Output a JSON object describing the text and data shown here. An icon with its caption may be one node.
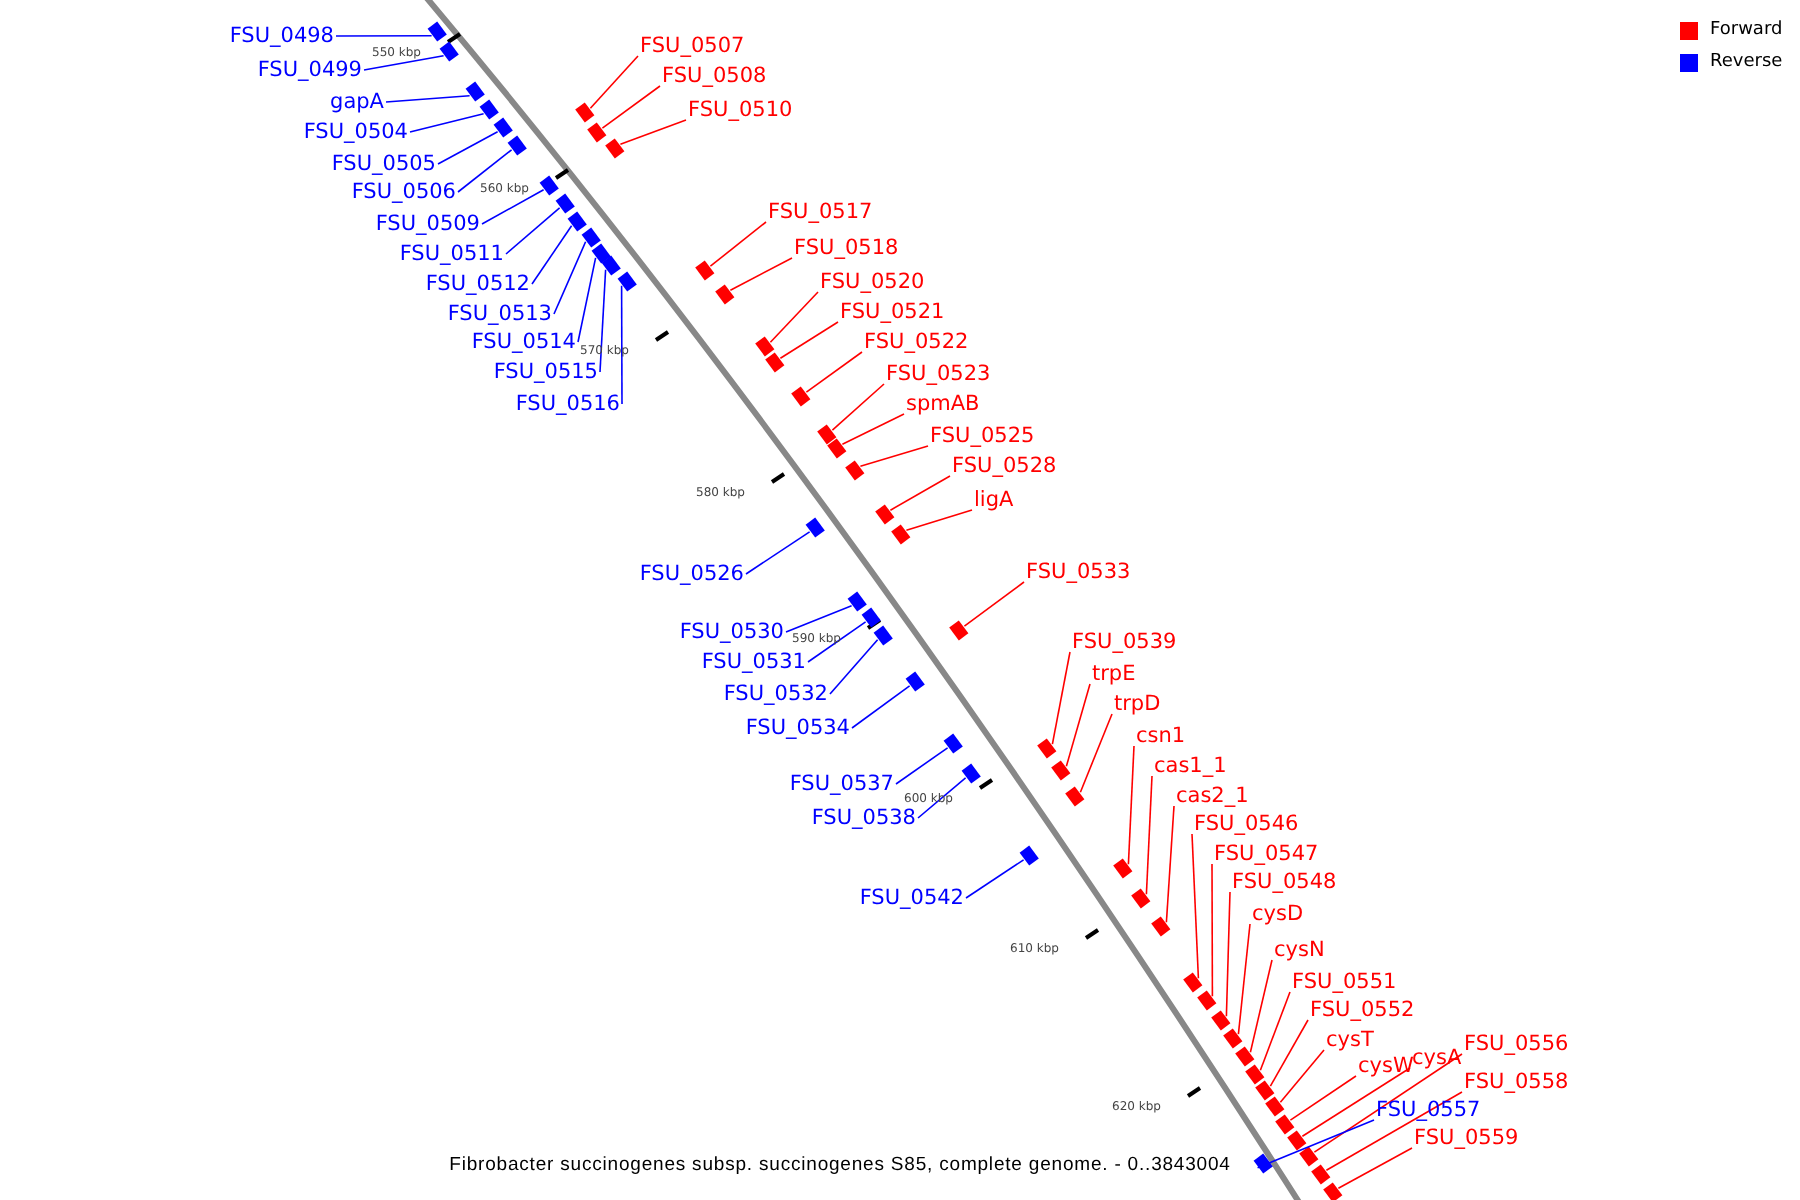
{
  "diagram": {
    "caption": "Fibrobacter succinogenes subsp. succinogenes S85, complete genome. - 0..3843004",
    "nodes": [
      {
        "text": [
          "FSU_0498"
        ]
      },
      {
        "text": [
          "FSU_0507"
        ]
      },
      {
        "text": [
          "FSU_0499"
        ]
      },
      {
        "text": [
          "FSU_0508"
        ]
      },
      {
        "text": [
          "gapA"
        ]
      },
      {
        "text": [
          "FSU_0510"
        ]
      },
      {
        "text": [
          "FSU_0504"
        ]
      },
      {
        "text": [
          "FSU_0505"
        ]
      },
      {
        "text": [
          "FSU_0506"
        ]
      },
      {
        "text": [
          "FSU_0517"
        ]
      },
      {
        "text": [
          "FSU_0509"
        ]
      },
      {
        "text": [
          "FSU_0518"
        ]
      },
      {
        "text": [
          "FSU_0511"
        ]
      },
      {
        "text": [
          "FSU_0520"
        ]
      },
      {
        "text": [
          "FSU_0512"
        ]
      },
      {
        "text": [
          "FSU_0521"
        ]
      },
      {
        "text": [
          "FSU_0513"
        ]
      },
      {
        "text": [
          "FSU_0514"
        ]
      },
      {
        "text": [
          "FSU_0522"
        ]
      },
      {
        "text": [
          "FSU_0515"
        ]
      },
      {
        "text": [
          "FSU_0523"
        ]
      },
      {
        "text": [
          "FSU_0516"
        ]
      },
      {
        "text": [
          "spmAB"
        ]
      },
      {
        "text": [
          "FSU_0525"
        ]
      },
      {
        "text": [
          "FSU_0528"
        ]
      },
      {
        "text": [
          "ligA"
        ]
      },
      {
        "text": [
          "FSU_0533"
        ]
      },
      {
        "text": [
          "FSU_0526"
        ]
      },
      {
        "text": [
          "FSU_0530"
        ]
      },
      {
        "text": [
          "FSU_0539"
        ]
      },
      {
        "text": [
          "FSU_0531"
        ]
      },
      {
        "text": [
          "trpE"
        ]
      },
      {
        "text": [
          "FSU_0532"
        ]
      },
      {
        "text": [
          "trpD"
        ]
      },
      {
        "text": [
          "FSU_0534"
        ]
      },
      {
        "text": [
          "csn1"
        ]
      },
      {
        "text": [
          "cas1_1"
        ]
      },
      {
        "text": [
          "FSU_0537"
        ]
      },
      {
        "text": [
          "cas2_1"
        ]
      },
      {
        "text": [
          "FSU_0538"
        ]
      },
      {
        "text": [
          "FSU_0546"
        ]
      },
      {
        "text": [
          "FSU_0547"
        ]
      },
      {
        "text": [
          "FSU_0548"
        ]
      },
      {
        "text": [
          "FSU_0542"
        ]
      },
      {
        "text": [
          "cysD"
        ]
      },
      {
        "text": [
          "cysN"
        ]
      },
      {
        "text": [
          "FSU_0551"
        ]
      },
      {
        "text": [
          "FSU_0552"
        ]
      },
      {
        "text": [
          "cysT"
        ]
      },
      {
        "text": [
          "FSU_0556"
        ]
      },
      {
        "text": [
          "cysA"
        ]
      },
      {
        "text": [
          "cysW"
        ]
      },
      {
        "text": [
          "FSU_0558"
        ]
      },
      {
        "text": [
          "FSU_0557"
        ]
      },
      {
        "text": [
          "FSU_0559"
        ]
      },
      {
        "text": [],
        "shape": "box"
      },
      {
        "text": [],
        "shape": "box"
      },
      {
        "text": [],
        "shape": "box"
      },
      {
        "text": [],
        "shape": "box"
      },
      {
        "text": [],
        "shape": "box"
      },
      {
        "text": [],
        "shape": "box"
      },
      {
        "text": [],
        "shape": "box"
      },
      {
        "text": [],
        "shape": "box"
      },
      {
        "text": [],
        "shape": "box"
      },
      {
        "text": [],
        "shape": "box"
      },
      {
        "text": [],
        "shape": "box"
      },
      {
        "text": [],
        "shape": "box"
      },
      {
        "text": [],
        "shape": "box"
      },
      {
        "text": [],
        "shape": "box"
      },
      {
        "text": [],
        "shape": "box"
      },
      {
        "text": [],
        "shape": "box"
      },
      {
        "text": [],
        "shape": "box"
      },
      {
        "text": [],
        "shape": "box"
      },
      {
        "text": [],
        "shape": "box"
      },
      {
        "text": [],
        "shape": "box"
      },
      {
        "text": [],
        "shape": "box"
      },
      {
        "text": [],
        "shape": "box"
      },
      {
        "text": [],
        "shape": "box"
      },
      {
        "text": [],
        "shape": "box"
      },
      {
        "text": [],
        "shape": "box"
      },
      {
        "text": [],
        "shape": "box"
      },
      {
        "text": [],
        "shape": "box"
      },
      {
        "text": [],
        "shape": "box"
      },
      {
        "text": [],
        "shape": "box"
      },
      {
        "text": [],
        "shape": "box"
      },
      {
        "text": [],
        "shape": "box"
      },
      {
        "text": [],
        "shape": "box"
      },
      {
        "text": [],
        "shape": "box"
      },
      {
        "text": [],
        "shape": "box"
      },
      {
        "text": [],
        "shape": "box"
      },
      {
        "text": [],
        "shape": "box"
      },
      {
        "text": [],
        "shape": "box"
      },
      {
        "text": [],
        "shape": "box"
      },
      {
        "text": [],
        "shape": "box"
      },
      {
        "text": [],
        "shape": "box"
      },
      {
        "text": [],
        "shape": "box"
      },
      {
        "text": [],
        "shape": "box"
      },
      {
        "text": [],
        "shape": "box"
      },
      {
        "text": [],
        "shape": "box"
      },
      {
        "text": [],
        "shape": "box"
      },
      {
        "text": [],
        "shape": "box"
      },
      {
        "text": [],
        "shape": "box"
      },
      {
        "text": [],
        "shape": "box"
      },
      {
        "text": [],
        "shape": "box"
      },
      {
        "text": [],
        "shape": "box"
      },
      {
        "text": [],
        "shape": "box"
      },
      {
        "text": [],
        "shape": "box"
      },
      {
        "text": [],
        "shape": "box"
      },
      {
        "text": [],
        "shape": "box"
      },
      {
        "text": [],
        "shape": "box"
      }
    ],
    "edges": [
      {
        "from": 0,
        "to": 55,
        "arrow": "none",
        "color": "#0000ff"
      },
      {
        "from": 1,
        "to": 57,
        "arrow": "none"
      },
      {
        "from": 2,
        "to": 56,
        "arrow": "none",
        "color": "#0000ff"
      },
      {
        "from": 3,
        "to": 59,
        "arrow": "none"
      },
      {
        "from": 4,
        "to": 58,
        "arrow": "none",
        "color": "#0000ff"
      },
      {
        "from": 5,
        "to": 62,
        "arrow": "none"
      },
      {
        "from": 6,
        "to": 60,
        "arrow": "none",
        "color": "#0000ff"
      },
      {
        "from": 7,
        "to": 61,
        "arrow": "none",
        "color": "#0000ff"
      },
      {
        "from": 8,
        "to": 63,
        "arrow": "none",
        "color": "#0000ff"
      },
      {
        "from": 9,
        "to": 68,
        "arrow": "none"
      },
      {
        "from": 10,
        "to": 64,
        "arrow": "none",
        "color": "#0000ff"
      },
      {
        "from": 11,
        "to": 71,
        "arrow": "none"
      },
      {
        "from": 12,
        "to": 65,
        "arrow": "none",
        "color": "#0000ff"
      },
      {
        "from": 13,
        "to": 73,
        "arrow": "none"
      },
      {
        "from": 14,
        "to": 66,
        "arrow": "none",
        "color": "#0000ff"
      },
      {
        "from": 15,
        "to": 74,
        "arrow": "none"
      },
      {
        "from": 16,
        "to": 67,
        "arrow": "none",
        "color": "#0000ff"
      },
      {
        "from": 17,
        "to": 69,
        "arrow": "none",
        "color": "#0000ff"
      },
      {
        "from": 18,
        "to": 75,
        "arrow": "none"
      },
      {
        "from": 19,
        "to": 70,
        "arrow": "none",
        "color": "#0000ff"
      },
      {
        "from": 20,
        "to": 76,
        "arrow": "none"
      },
      {
        "from": 21,
        "to": 72,
        "arrow": "none",
        "color": "#0000ff"
      },
      {
        "from": 22,
        "to": 77,
        "arrow": "none"
      },
      {
        "from": 23,
        "to": 78,
        "arrow": "none"
      },
      {
        "from": 24,
        "to": 79,
        "arrow": "none"
      },
      {
        "from": 25,
        "to": 80,
        "arrow": "none"
      },
      {
        "from": 26,
        "to": 83,
        "arrow": "none"
      },
      {
        "from": 27,
        "to": 81,
        "arrow": "none",
        "color": "#0000ff"
      },
      {
        "from": 28,
        "to": 82,
        "arrow": "none",
        "color": "#0000ff"
      },
      {
        "from": 29,
        "to": 87,
        "arrow": "none"
      },
      {
        "from": 30,
        "to": 84,
        "arrow": "none",
        "color": "#0000ff"
      },
      {
        "from": 31,
        "to": 88,
        "arrow": "none"
      },
      {
        "from": 32,
        "to": 85,
        "arrow": "none",
        "color": "#0000ff"
      },
      {
        "from": 33,
        "to": 91,
        "arrow": "none"
      },
      {
        "from": 34,
        "to": 86,
        "arrow": "none",
        "color": "#0000ff"
      },
      {
        "from": 35,
        "to": 92,
        "arrow": "none"
      },
      {
        "from": 36,
        "to": 94,
        "arrow": "none"
      },
      {
        "from": 37,
        "to": 89,
        "arrow": "none",
        "color": "#0000ff"
      },
      {
        "from": 38,
        "to": 95,
        "arrow": "none"
      },
      {
        "from": 39,
        "to": 90,
        "arrow": "none",
        "color": "#0000ff"
      },
      {
        "from": 40,
        "to": 96,
        "arrow": "none"
      },
      {
        "from": 41,
        "to": 97,
        "arrow": "none"
      },
      {
        "from": 42,
        "to": 98,
        "arrow": "none"
      },
      {
        "from": 43,
        "to": 93,
        "arrow": "none",
        "color": "#0000ff"
      },
      {
        "from": 44,
        "to": 99,
        "arrow": "none"
      },
      {
        "from": 45,
        "to": 100,
        "arrow": "none"
      },
      {
        "from": 46,
        "to": 101,
        "arrow": "none"
      },
      {
        "from": 47,
        "to": 102,
        "arrow": "none"
      },
      {
        "from": 48,
        "to": 103,
        "arrow": "none"
      },
      {
        "from": 49,
        "to": 106,
        "arrow": "none"
      },
      {
        "from": 50,
        "to": 105,
        "arrow": "none"
      },
      {
        "from": 51,
        "to": 104,
        "arrow": "none"
      },
      {
        "from": 52,
        "to": 108,
        "arrow": "none"
      },
      {
        "from": 53,
        "to": 107,
        "arrow": "none",
        "color": "#0000ff"
      },
      {
        "from": 54,
        "to": 109,
        "arrow": "none"
      }
    ],
    "labels": [
      "550 kbp",
      "560 kbp",
      "570 kbp",
      "580 kbp",
      "590 kbp",
      "600 kbp",
      "610 kbp",
      "620 kbp"
    ],
    "legend": [
      {
        "text": "Forward",
        "color": "#ff0000"
      },
      {
        "text": "Reverse",
        "color": "#0000ff"
      }
    ]
  }
}
